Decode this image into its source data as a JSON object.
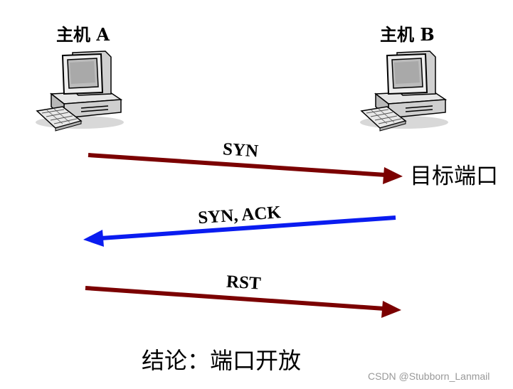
{
  "hosts": {
    "a": {
      "label": "主机 A"
    },
    "b": {
      "label": "主机 B"
    }
  },
  "messages": [
    {
      "label": "SYN",
      "direction": "A-to-B",
      "color": "#7b0000"
    },
    {
      "label": "SYN, ACK",
      "direction": "B-to-A",
      "color": "#0a1cf0"
    },
    {
      "label": "RST",
      "direction": "A-to-B",
      "color": "#7b0000"
    }
  ],
  "target_port": {
    "label": "目标端口"
  },
  "conclusion": {
    "text": "结论：端口开放"
  },
  "watermark": {
    "text": "CSDN @Stubborn_Lanmail"
  },
  "colors": {
    "forward_arrow": "#7b0000",
    "reply_arrow": "#0a1cf0"
  }
}
